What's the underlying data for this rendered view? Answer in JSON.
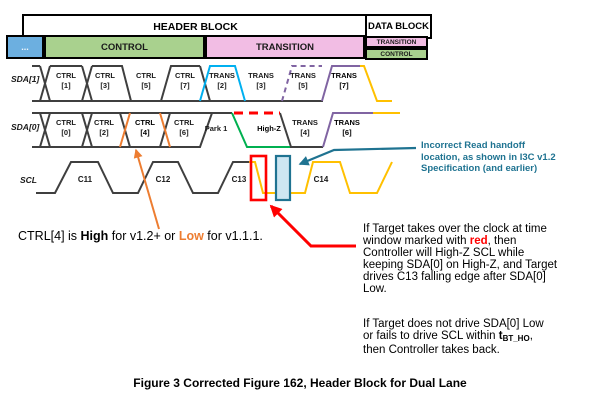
{
  "blocks": {
    "header": "HEADER BLOCK",
    "data": "DATA BLOCK",
    "dots": "...",
    "control": "CONTROL",
    "transition": "TRANSITION",
    "data_transition": "TRANSITION",
    "data_control": "CONTROL"
  },
  "signals": {
    "sda1": {
      "label": "SDA[1]",
      "cells": [
        {
          "name": "CTRL",
          "idx": "[1]"
        },
        {
          "name": "CTRL",
          "idx": "[3]"
        },
        {
          "name": "CTRL",
          "idx": "[5]"
        },
        {
          "name": "CTRL",
          "idx": "[7]"
        },
        {
          "name": "TRANS",
          "idx": "[2]"
        },
        {
          "name": "TRANS",
          "idx": "[3]"
        },
        {
          "name": "TRANS",
          "idx": "[5]"
        },
        {
          "name": "TRANS",
          "idx": "[7]"
        }
      ]
    },
    "sda0": {
      "label": "SDA[0]",
      "cells": [
        {
          "name": "CTRL",
          "idx": "[0]"
        },
        {
          "name": "CTRL",
          "idx": "[2]"
        },
        {
          "name": "CTRL",
          "idx": "[4]"
        },
        {
          "name": "CTRL",
          "idx": "[6]"
        },
        {
          "name": "Park 1"
        },
        {
          "name": "High-Z"
        },
        {
          "name": "TRANS",
          "idx": "[4]"
        },
        {
          "name": "TRANS",
          "idx": "[6]"
        }
      ]
    },
    "scl": {
      "label": "SCL",
      "clocks": [
        "C11",
        "C12",
        "C13",
        "C14"
      ]
    }
  },
  "notes": {
    "ctrl4": {
      "pre": "CTRL[4] is ",
      "high": "High",
      "mid": " for v1.2+ or ",
      "low": "Low",
      "post": " for v1.1.1."
    },
    "incorrect": {
      "line1": "Incorrect Read handoff",
      "line2": "location, as shown in I3C v1.2",
      "line3": "Specification (and earlier)"
    },
    "target_takeover": {
      "l1": "If Target takes over the clock at time",
      "l2_pre": "window marked with ",
      "l2_red": "red",
      "l2_post": ", then",
      "l3": "Controller will High-Z SCL while",
      "l4": "keeping SDA[0] on High-Z, and Target",
      "l5": "drives C13 falling edge after SDA[0]",
      "l6": "Low."
    },
    "target_fail": {
      "l1": "If Target does not drive SDA[0] Low",
      "l2_pre": "or fails to drive SCL within ",
      "l2_t": "t",
      "l2_sub": "BT_HO",
      "l2_post": ",",
      "l3": "then Controller takes back."
    }
  },
  "caption": "Figure 3 Corrected Figure 162, Header Block for Dual Lane",
  "colors": {
    "line_dark": "#3f3f3f",
    "cyan": "#00B0F0",
    "purple": "#8064A2",
    "yellow": "#FFC000",
    "orange": "#ED7D31",
    "red": "#FF0000",
    "green_line": "#00B050",
    "teal": "#1F7391",
    "cell_green": "#A9D18E",
    "cell_pink": "#F2BDE4",
    "cell_blue": "#6CAFE0",
    "handoff_fill": "#CDE6F2"
  }
}
